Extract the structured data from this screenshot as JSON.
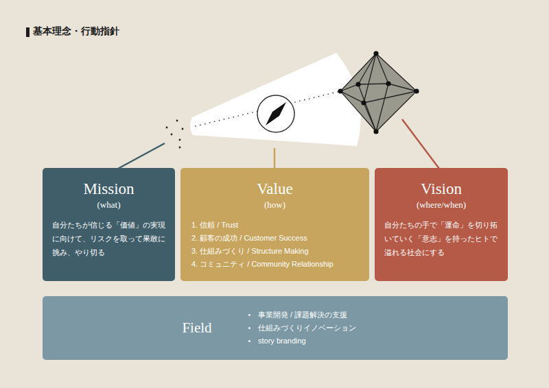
{
  "diagram": {
    "title": "基本理念・行動指針",
    "nodes": [
      {
        "text": [
          "Mission",
          "(what)",
          "自分たちが信じる「価値」の実現に向けて、リスクを取って果敢に挑み、やり切る"
        ]
      },
      {
        "text": [
          "Value",
          "(how)",
          "1. 信頼 / Trust",
          "2. 顧客の成功 / Customer Success",
          "3. 仕組みづくり / Structure Making",
          "4. コミュニティ / Community Relationship"
        ]
      },
      {
        "text": [
          "Vision",
          "(where/when)",
          "自分たちの手で「運命」を切り拓いていく「意志」を持ったヒトで溢れる社会にする"
        ]
      },
      {
        "text": [
          "Field",
          "事業開発 / 課題解決の支援",
          "仕組みづくりイノベーション",
          "story branding"
        ]
      }
    ]
  }
}
